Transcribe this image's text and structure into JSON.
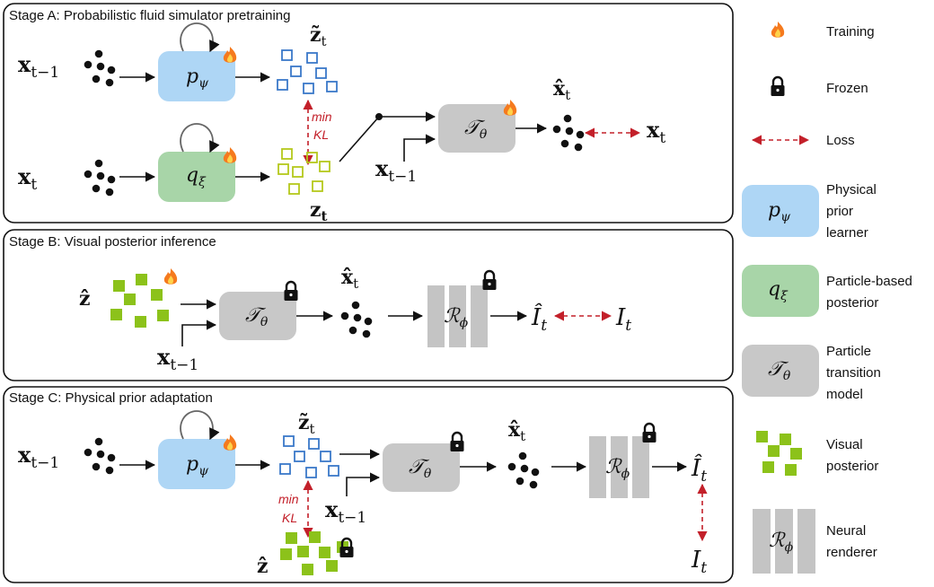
{
  "stages": {
    "a": {
      "title": "Stage A: Probabilistic fluid simulator pretraining"
    },
    "b": {
      "title": "Stage B: Visual posterior inference"
    },
    "c": {
      "title": "Stage C:  Physical prior adaptation"
    }
  },
  "symbols": {
    "x_prev_base": "x",
    "x_prev_sub": "t−1",
    "x_t_base": "x",
    "x_t_sub": "t",
    "x_hat": "x̂",
    "x_hat_sub": "t",
    "z_tilde": "z̃",
    "z_tilde_sub": "t",
    "z_base": "z",
    "z_sub": "t",
    "z_hat": "ẑ",
    "p_base": "p",
    "p_sub": "ψ",
    "q_base": "q",
    "q_sub": "ξ",
    "T_base": "𝒯",
    "T_sub": "θ",
    "R_base": "ℛ",
    "R_sub": "ϕ",
    "I_hat": "Î",
    "I_base": "I",
    "I_sub": "t"
  },
  "kl": {
    "min": "min",
    "kl": "KL"
  },
  "legend": {
    "training": "Training",
    "frozen": "Frozen",
    "loss": "Loss",
    "prior_1": "Physical",
    "prior_2": "prior",
    "prior_3": "learner",
    "posterior_1": "Particle-based",
    "posterior_2": "posterior",
    "transition_1": "Particle",
    "transition_2": "transition",
    "transition_3": "model",
    "visual_1": "Visual",
    "visual_2": "posterior",
    "renderer_1": "Neural",
    "renderer_2": "renderer"
  },
  "colors": {
    "prior_box": "#aed6f5",
    "posterior_box": "#a8d5a8",
    "transition_box": "#c8c8c8",
    "renderer_bar": "#c4c4c4",
    "z_tilde_square": "#3a78c9",
    "z_square": "#b5c81c",
    "visual_square": "#8cc21a",
    "loss": "#c3202a",
    "flame": "#f57a1e"
  }
}
